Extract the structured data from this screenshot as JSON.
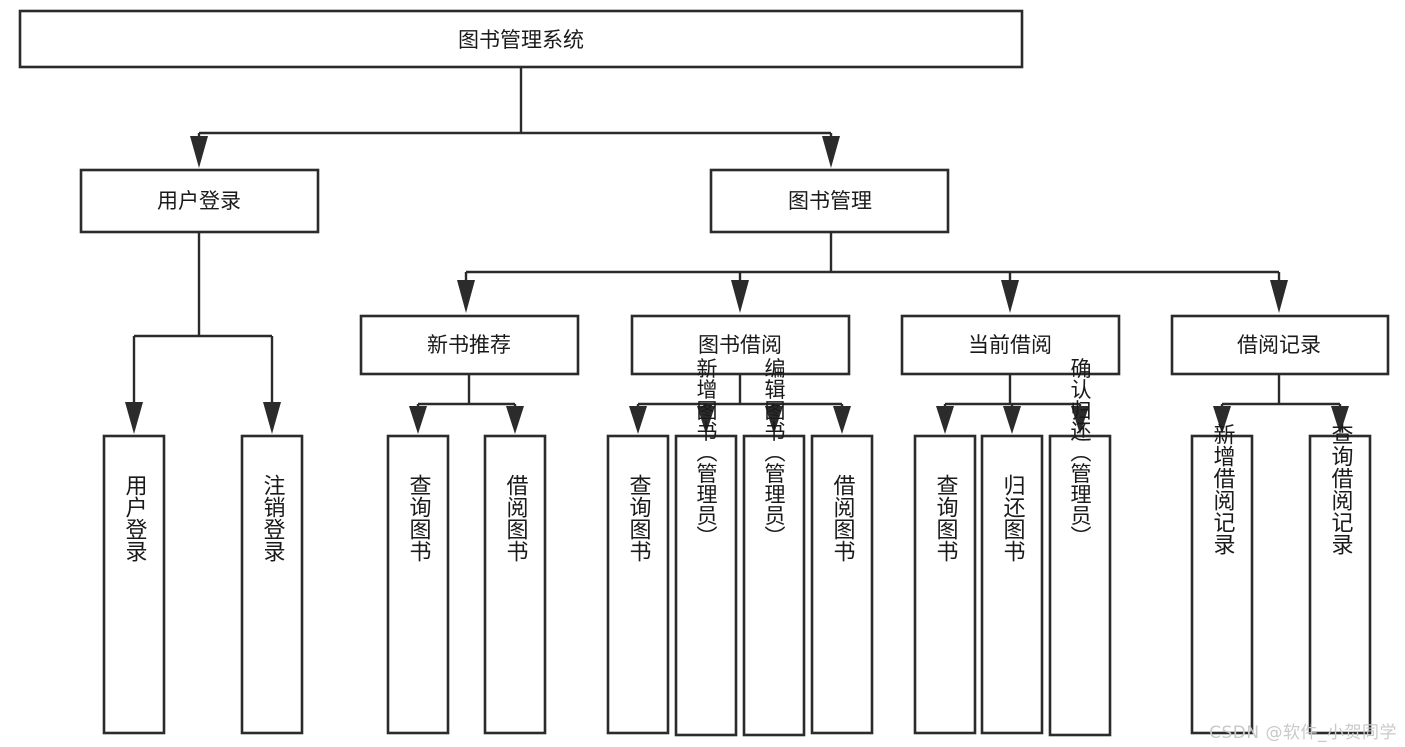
{
  "diagram": {
    "type": "tree",
    "title": "图书管理系统",
    "watermark": "CSDN @软件_小贺同学",
    "colors": {
      "stroke": "#2b2b2b",
      "fill": "#ffffff",
      "text": "#1a1a1a",
      "watermark": "#c9c9c9",
      "background": "#ffffff"
    },
    "root": {
      "label": "图书管理系统"
    },
    "level2": [
      {
        "label": "用户登录"
      },
      {
        "label": "图书管理"
      }
    ],
    "level3": [
      {
        "label": "新书推荐"
      },
      {
        "label": "图书借阅"
      },
      {
        "label": "当前借阅"
      },
      {
        "label": "借阅记录"
      }
    ],
    "leaves": {
      "user_login": [
        {
          "label": "用户登录"
        },
        {
          "label": "注销登录"
        }
      ],
      "new_book_recommend": [
        {
          "label": "查询图书"
        },
        {
          "label": "借阅图书"
        }
      ],
      "book_borrow": [
        {
          "label": "查询图书"
        },
        {
          "label": "新增图书（管理员）"
        },
        {
          "label": "编辑图书（管理员）"
        },
        {
          "label": "借阅图书"
        }
      ],
      "current_borrow": [
        {
          "label": "查询图书"
        },
        {
          "label": "归还图书"
        },
        {
          "label": "确认归还（管理员）"
        }
      ],
      "borrow_record": [
        {
          "label": "新增借阅记录"
        },
        {
          "label": "查询借阅记录"
        }
      ]
    }
  }
}
